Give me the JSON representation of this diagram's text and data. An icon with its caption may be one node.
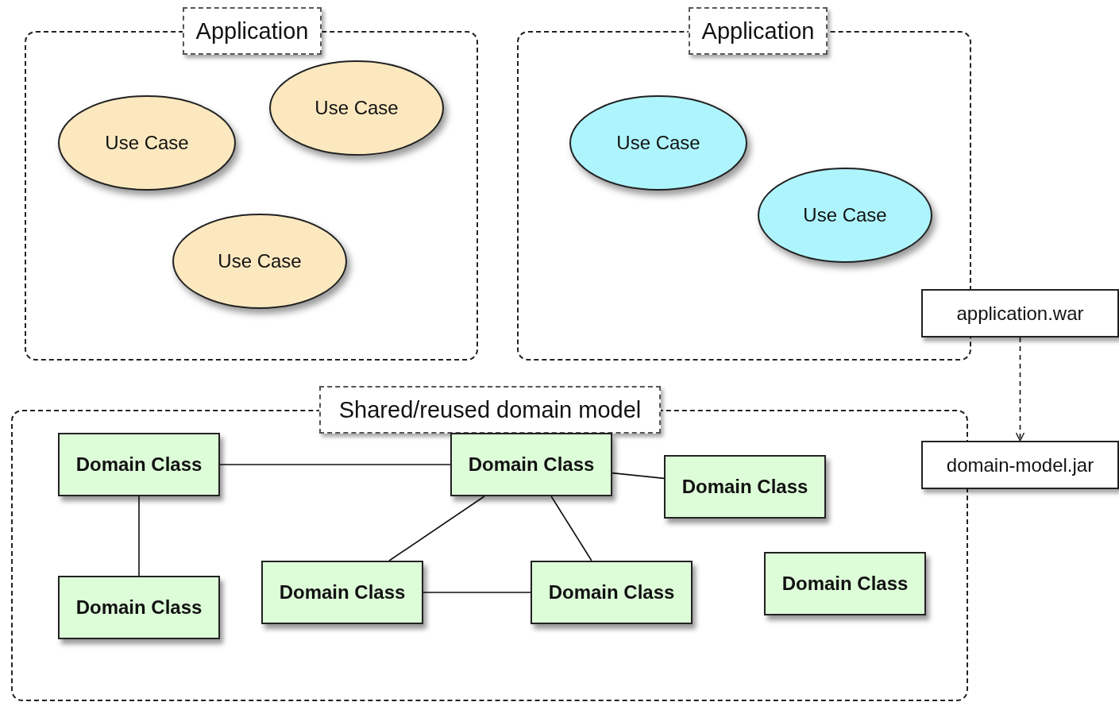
{
  "diagram": {
    "nodes": [
      {
        "text": [
          "Application"
        ]
      },
      {
        "text": [
          "Use Case"
        ],
        "in": 0
      },
      {
        "text": [
          "Use Case"
        ],
        "in": 0
      },
      {
        "text": [
          "Use Case"
        ],
        "in": 0
      },
      {
        "text": [
          "Application"
        ]
      },
      {
        "text": [
          "Use Case"
        ],
        "in": 4
      },
      {
        "text": [
          "Use Case"
        ],
        "in": 4
      },
      {
        "text": [
          "application.war"
        ]
      },
      {
        "text": [
          "Shared/reused domain model"
        ]
      },
      {
        "text": [
          "Domain Class"
        ],
        "in": 8
      },
      {
        "text": [
          "Domain Class"
        ],
        "in": 8
      },
      {
        "text": [
          "Domain Class"
        ],
        "in": 8
      },
      {
        "text": [
          "Domain Class"
        ],
        "in": 8
      },
      {
        "text": [
          "Domain Class"
        ],
        "in": 8
      },
      {
        "text": [
          "Domain Class"
        ],
        "in": 8
      },
      {
        "text": [
          "Domain Class"
        ],
        "in": 8
      },
      {
        "text": [
          "domain-model.jar"
        ]
      }
    ],
    "edges": [
      {
        "from": 9,
        "to": 10,
        "arrow": "none"
      },
      {
        "from": 10,
        "to": 11,
        "arrow": "none"
      },
      {
        "from": 9,
        "to": 12,
        "arrow": "none"
      },
      {
        "from": 10,
        "to": 13,
        "arrow": "none"
      },
      {
        "from": 10,
        "to": 14,
        "arrow": "none"
      },
      {
        "from": 13,
        "to": 14,
        "arrow": "none"
      },
      {
        "from": 7,
        "to": 16,
        "arrow": "to",
        "style": "dashed"
      }
    ]
  }
}
